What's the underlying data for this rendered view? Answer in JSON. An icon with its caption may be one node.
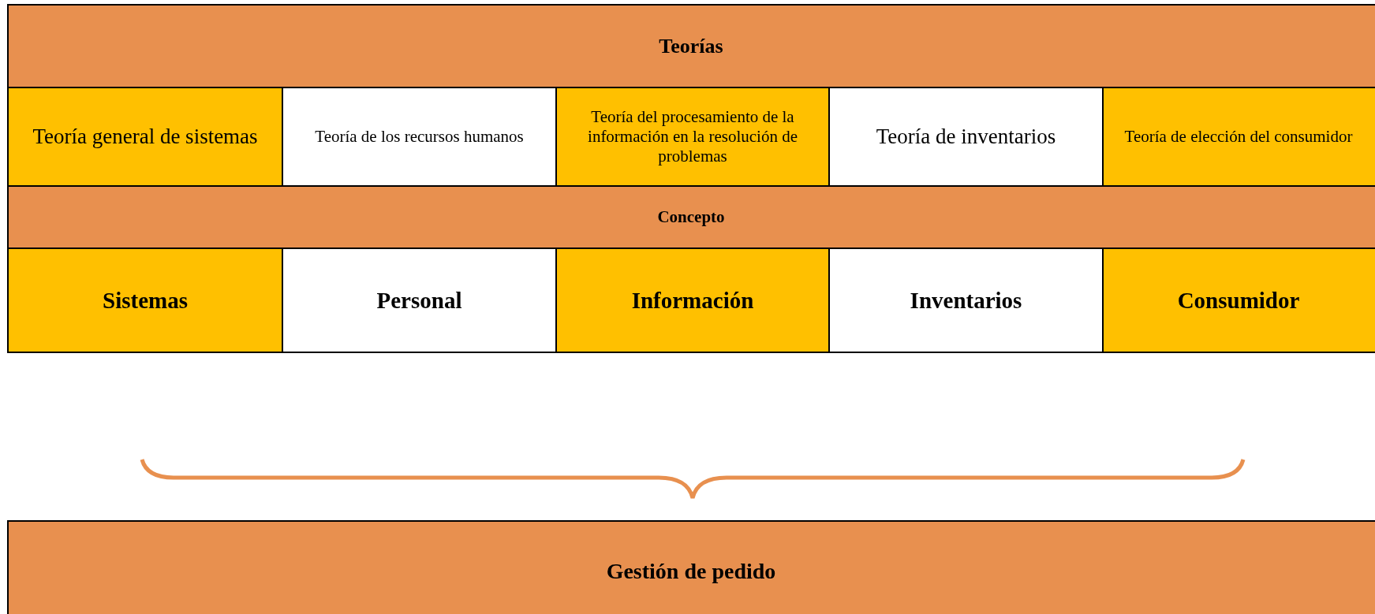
{
  "diagram": {
    "nodes": [
      {
        "text": [
          "Teorías"
        ]
      },
      {
        "text": [
          "Teoría general de sistemas"
        ]
      },
      {
        "text": [
          "Teoría de los recursos humanos"
        ]
      },
      {
        "text": [
          "Teoría del procesamiento de la información en la resolución de problemas"
        ]
      },
      {
        "text": [
          "Teoría de inventarios"
        ]
      },
      {
        "text": [
          "Teoría de elección del consumidor"
        ]
      },
      {
        "text": [
          "Concepto"
        ]
      },
      {
        "text": [
          "Sistemas"
        ]
      },
      {
        "text": [
          "Personal"
        ]
      },
      {
        "text": [
          "Información"
        ]
      },
      {
        "text": [
          "Inventarios"
        ]
      },
      {
        "text": [
          "Consumidor"
        ]
      },
      {
        "text": [
          "Gestión de pedido"
        ]
      }
    ]
  }
}
